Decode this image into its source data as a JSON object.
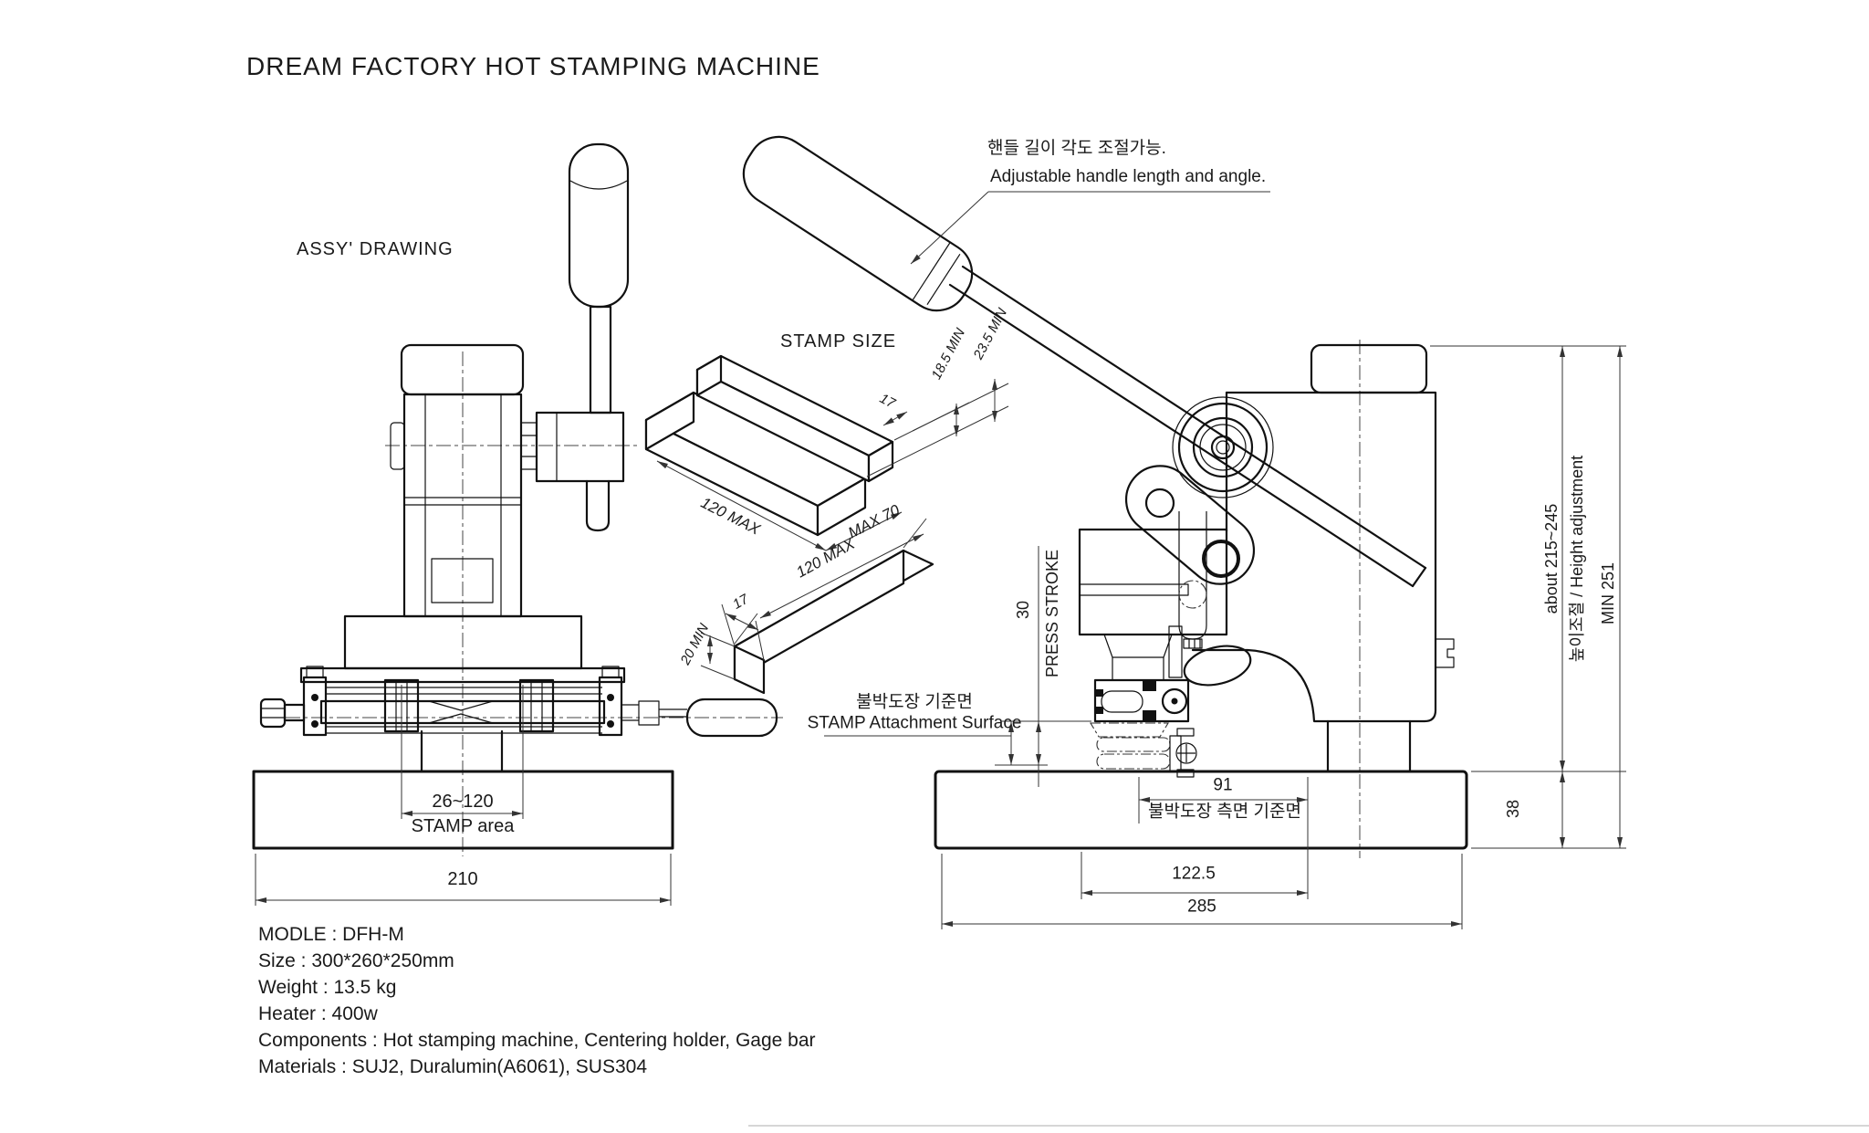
{
  "title": "DREAM FACTORY HOT STAMPING MACHINE",
  "front_view": {
    "label": "ASSY' DRAWING",
    "stamp_area_range": "26~120",
    "stamp_area_label": "STAMP area",
    "base_width": "210"
  },
  "stamp_size": {
    "label": "STAMP SIZE",
    "tbar_length": "120 MAX",
    "tbar_width": "MAX 70",
    "tbar_rib": "17",
    "tbar_h1": "18.5 MIN",
    "tbar_h2": "23.5 MIN",
    "bar_length": "120 MAX",
    "bar_width": "17",
    "bar_height": "20 MIN"
  },
  "side_view": {
    "note_ko": "핸들 길이 각도 조절가능.",
    "note_en": "Adjustable handle length and angle.",
    "press_stroke_value": "30",
    "press_stroke_label": "PRESS STROKE",
    "attach_ko": "불박도장 기준면",
    "attach_en": "STAMP Attachment Surface",
    "side_ref_value": "91",
    "side_ref_ko": "불박도장 측면 기준면",
    "dim_width_inner": "122.5",
    "dim_width_total": "285",
    "dim_base_height": "38",
    "dim_height_range": "about 215~245",
    "dim_height_label_ko": "높이조절 / Height adjustment",
    "dim_height_min": "MIN 251"
  },
  "specs": {
    "model": "MODLE : DFH-M",
    "size": "Size : 300*260*250mm",
    "weight": "Weight : 13.5 kg",
    "heater": "Heater : 400w",
    "components": "Components : Hot stamping machine, Centering holder, Gage bar",
    "materials": "Materials : SUJ2, Duralumin(A6061), SUS304"
  },
  "colors": {
    "line": "#111111",
    "dim": "#333333",
    "background": "#ffffff"
  }
}
